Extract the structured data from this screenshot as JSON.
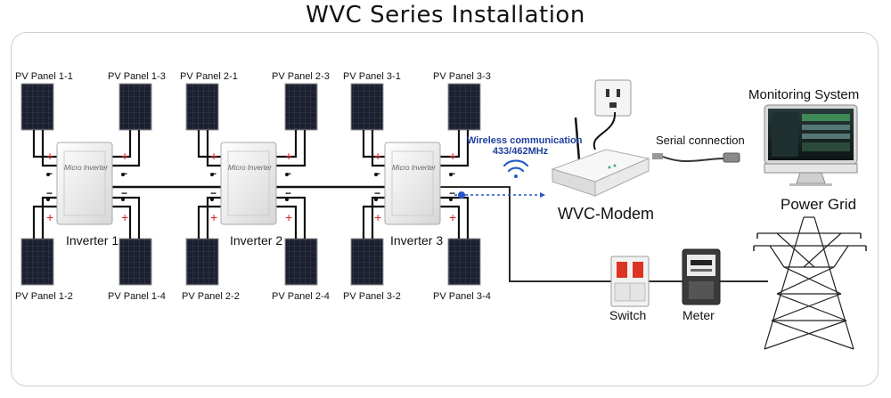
{
  "title": "WVC Series Installation",
  "panels": {
    "p1_1": "PV Panel 1-1",
    "p1_2": "PV Panel 1-2",
    "p1_3": "PV Panel 1-3",
    "p1_4": "PV Panel 1-4",
    "p2_1": "PV Panel 2-1",
    "p2_2": "PV Panel 2-2",
    "p2_3": "PV Panel 2-3",
    "p2_4": "PV Panel 2-4",
    "p3_1": "PV Panel 3-1",
    "p3_2": "PV Panel 3-2",
    "p3_3": "PV Panel 3-3",
    "p3_4": "PV Panel 3-4"
  },
  "inverters": {
    "i1": "Inverter 1",
    "i2": "Inverter 2",
    "i3": "Inverter 3"
  },
  "inverter_face_text": "Micro Inverter",
  "wireless": {
    "line1": "Wireless communication",
    "line2": "433/462MHz"
  },
  "modem": {
    "label": "WVC-Modem"
  },
  "serial": {
    "label": "Serial connection"
  },
  "monitor": {
    "label": "Monitoring System"
  },
  "grid": {
    "label": "Power Grid"
  },
  "switch": {
    "label": "Switch"
  },
  "meter": {
    "label": "Meter"
  },
  "polarity": {
    "plus": "+",
    "minus": "−"
  },
  "colors": {
    "wireless_text": "#1e3f9c",
    "plus": "#d22020",
    "minus": "#1a1a1a"
  }
}
